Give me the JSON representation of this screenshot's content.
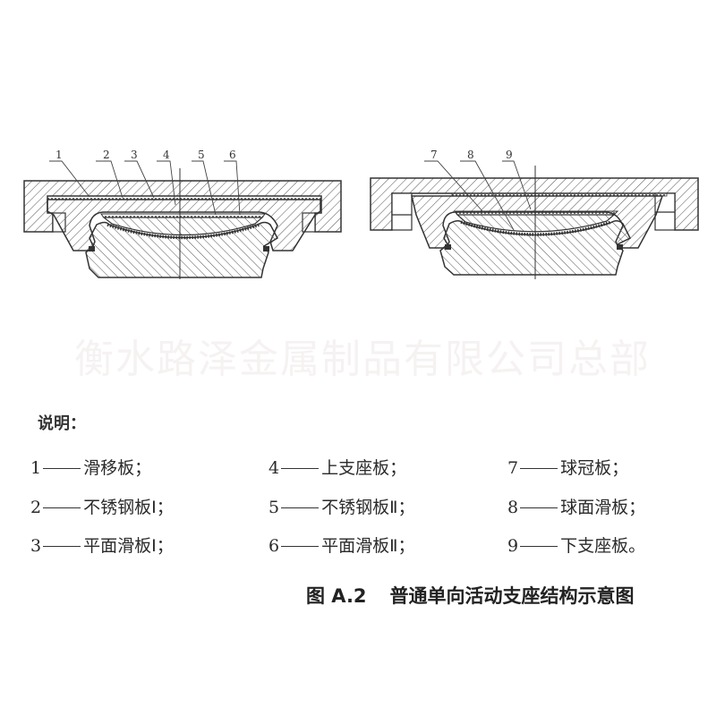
{
  "diagram": {
    "left_figure": {
      "callouts": [
        "1",
        "2",
        "3",
        "4",
        "5",
        "6"
      ]
    },
    "right_figure": {
      "callouts": [
        "7",
        "8",
        "9"
      ]
    }
  },
  "watermark": "衡水路泽金属制品有限公司总部",
  "legend": {
    "title": "说明：",
    "items": [
      {
        "num": "1",
        "text": "滑移板；"
      },
      {
        "num": "2",
        "text": "不锈钢板Ⅰ；"
      },
      {
        "num": "3",
        "text": "平面滑板Ⅰ；"
      },
      {
        "num": "4",
        "text": "上支座板；"
      },
      {
        "num": "5",
        "text": "不锈钢板Ⅱ；"
      },
      {
        "num": "6",
        "text": "平面滑板Ⅱ；"
      },
      {
        "num": "7",
        "text": "球冠板；"
      },
      {
        "num": "8",
        "text": "球面滑板；"
      },
      {
        "num": "9",
        "text": "下支座板。"
      }
    ]
  },
  "caption": {
    "figure_number": "图 A.2",
    "title": "普通单向活动支座结构示意图"
  },
  "colors": {
    "line": "#333333",
    "hatch": "#555555",
    "background": "#ffffff",
    "watermark": "#f6f2f2"
  }
}
